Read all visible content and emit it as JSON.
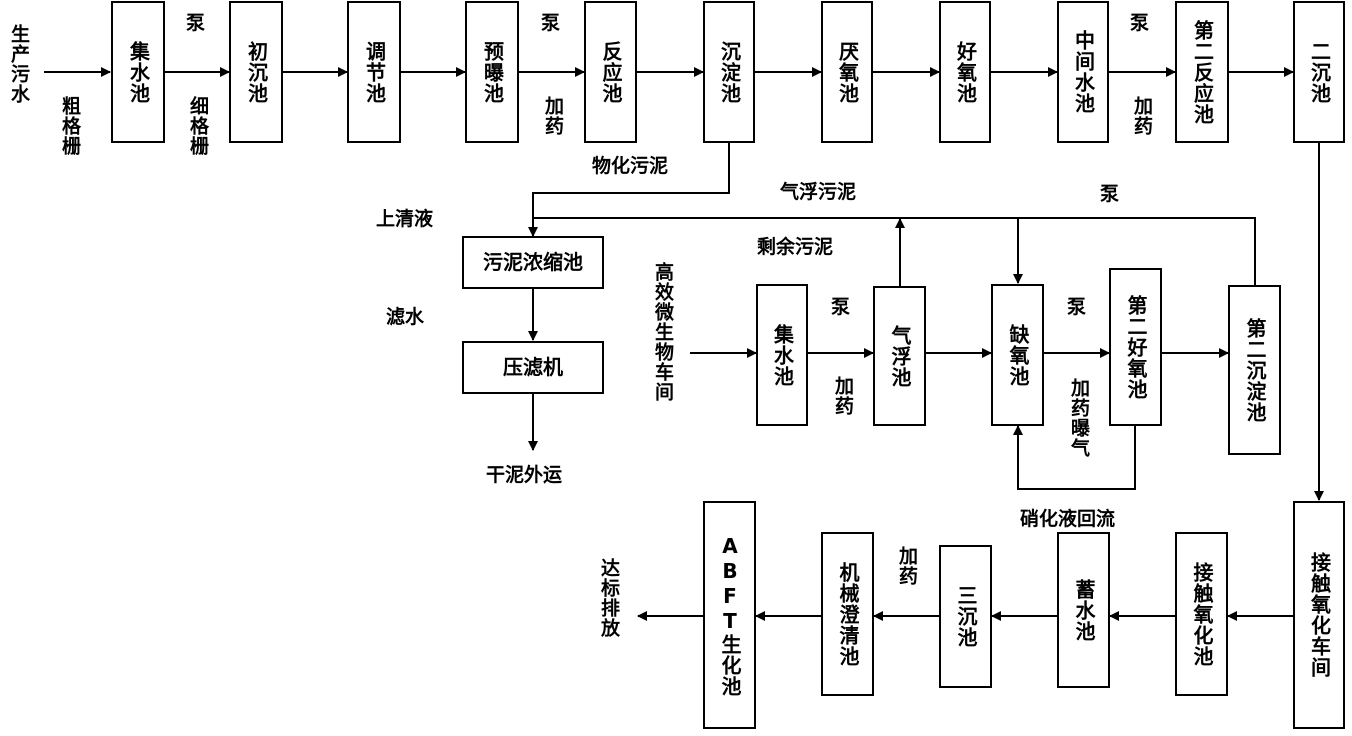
{
  "colors": {
    "line": "#000000",
    "background": "#ffffff"
  },
  "main_line": {
    "source": "生产污水",
    "coarse_screen": "粗格栅",
    "fine_screen": "细格栅",
    "collection_tank": "集水池",
    "pump_1": "泵",
    "primary_settling": "初沉池",
    "equalization": "调节池",
    "pre_aeration": "预曝池",
    "pump_2": "泵",
    "dosing_1": "加药",
    "reaction_tank": "反应池",
    "settling_tank": "沉淀池",
    "anaerobic_tank": "厌氧池",
    "aerobic_tank": "好氧池",
    "intermediate_tank": "中间水池",
    "pump_3": "泵",
    "dosing_2": "加药",
    "second_reaction": "第二反应池",
    "secondary_clarifier": "二沉池"
  },
  "sludge_line": {
    "chemical_sludge": "物化污泥",
    "supernatant": "上清液",
    "thickener": "污泥浓缩池",
    "filtrate": "滤水",
    "filter_press": "压滤机",
    "dry_sludge": "干泥外运"
  },
  "micro_line": {
    "source": "高效微生物车间",
    "collection_tank": "集水池",
    "pump_1": "泵",
    "dosing": "加药",
    "float_tank": "气浮池",
    "float_sludge": "气浮污泥",
    "excess_sludge": "剩余污泥",
    "pump_top": "泵",
    "anoxic_tank": "缺氧池",
    "pump_2": "泵",
    "dosing_aeration": "加药曝气",
    "second_aerobic": "第二好氧池",
    "second_settling": "第二沉淀池",
    "nitrification_return": "硝化液回流"
  },
  "bottom_line": {
    "contact_workshop": "接触氧化车间",
    "contact_tank": "接触氧化池",
    "storage_tank": "蓄水池",
    "tertiary_settling": "三沉池",
    "dosing": "加药",
    "mechanical_clarifier": "机械澄清池",
    "abft_tank": "ABFT生化池",
    "discharge": "达标排放"
  }
}
